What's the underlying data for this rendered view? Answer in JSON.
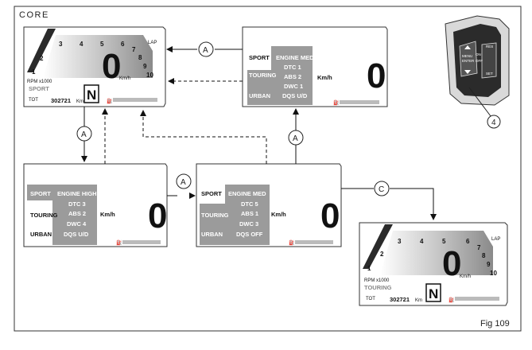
{
  "mode_title": "CORE",
  "figure_number": "Fig 109",
  "callout_letters": {
    "a": "A",
    "c": "C",
    "four": "4"
  },
  "colors": {
    "panel_grey": "#9b9b9b",
    "dark": "#2a2a2a",
    "outline": "#333333"
  },
  "dash_labels": {
    "lap": "LAP",
    "rpm": "RPM",
    "rpm_unit": "x1000",
    "kmh_small": "Km/h",
    "tot": "TOT",
    "odometer": "302721",
    "odo_unit": "Km",
    "gear": "N",
    "speed": "0",
    "rpm_ticks": [
      "1",
      "2",
      "3",
      "4",
      "5",
      "6",
      "7",
      "8",
      "9",
      "10"
    ],
    "mode_sport": "SPORT",
    "mode_touring": "TOURING"
  },
  "menu_screens": {
    "top": {
      "modes": [
        "SPORT",
        "TOURING",
        "URBAN"
      ],
      "selected": "SPORT",
      "header": "ENGINE MED",
      "lines": [
        "DTC  1",
        "ABS  2",
        "DWC  1",
        "DQS  U/D"
      ]
    },
    "left": {
      "modes": [
        "SPORT",
        "TOURING",
        "URBAN"
      ],
      "selected": "TOURING",
      "header": "ENGINE HIGH",
      "lines": [
        "DTC  3",
        "ABS  2",
        "DWC  4",
        "DQS  U/D"
      ]
    },
    "middle": {
      "modes": [
        "SPORT",
        "TOURING",
        "URBAN"
      ],
      "selected": "SPORT",
      "header": "ENGINE MED",
      "lines": [
        "DTC  5",
        "ABS  1",
        "DWC  3",
        "DQS  OFF"
      ]
    },
    "kmh": "Km/h",
    "speed": "0"
  },
  "switch_labels": {
    "menu": "MENU",
    "enter": "ENTER",
    "on": "ON",
    "off": "OFF",
    "res": "RES",
    "set": "SET"
  }
}
